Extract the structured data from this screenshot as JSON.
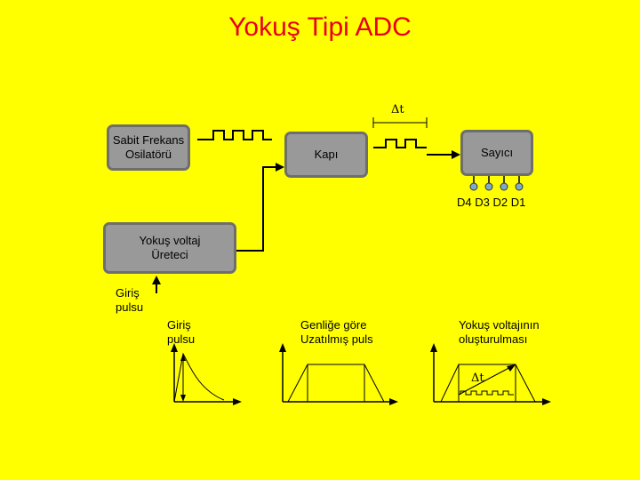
{
  "title": "Yokuş Tipi ADC",
  "blocks": {
    "oscillator": "Sabit Frekans\nOsilatörü",
    "gate": "Kapı",
    "counter": "Sayıcı",
    "ramp_generator": "Yokuş voltaj\nÜreteci"
  },
  "delta_t_label": "Δt",
  "counter_outputs": "D4 D3 D2 D1",
  "input_label": "Giriş\npulsu",
  "waveforms": {
    "input_pulse": "Giriş\npulsu",
    "stretched_pulse": "Genliğe göre\nUzatılmış puls",
    "ramp_voltage": "Yokuş voltajının\noluşturulması",
    "ramp_delta_t": "Δt"
  },
  "colors": {
    "background": "#FFFF00",
    "title": "#E8001C",
    "block_fill": "#999999",
    "block_border": "#6E6E6E",
    "node_fill": "#7FA9C9"
  }
}
